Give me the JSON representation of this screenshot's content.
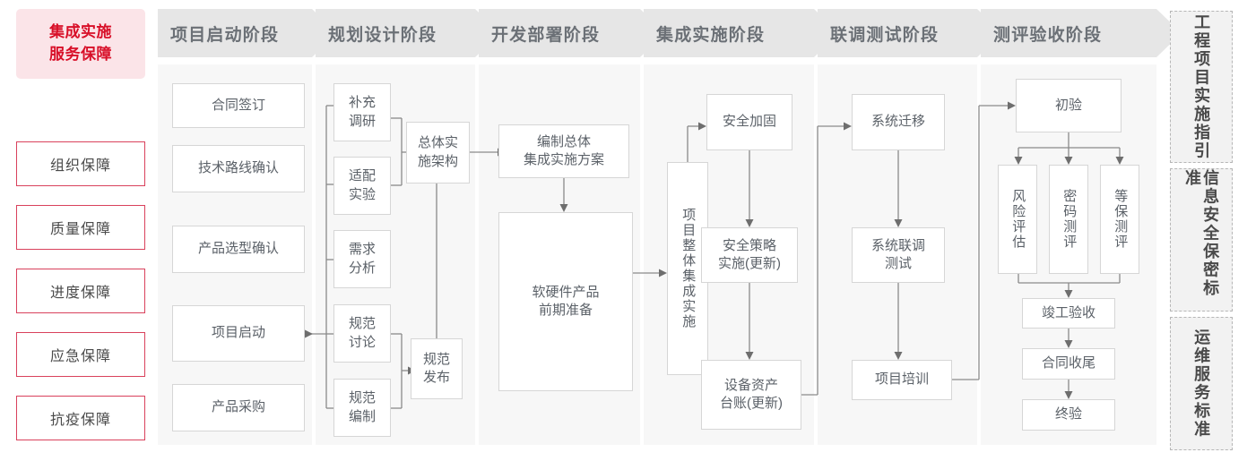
{
  "title": {
    "line1": "集成实施",
    "line2": "服务保障"
  },
  "guarantees": [
    {
      "label": "组织保障"
    },
    {
      "label": "质量保障"
    },
    {
      "label": "进度保障"
    },
    {
      "label": "应急保障"
    },
    {
      "label": "抗疫保障"
    }
  ],
  "phases": [
    {
      "id": "p1",
      "header": "项目启动阶段"
    },
    {
      "id": "p2",
      "header": "规划设计阶段"
    },
    {
      "id": "p3",
      "header": "开发部署阶段"
    },
    {
      "id": "p4",
      "header": "集成实施阶段"
    },
    {
      "id": "p5",
      "header": "联调测试阶段"
    },
    {
      "id": "p6",
      "header": "测评验收阶段"
    }
  ],
  "nodes": {
    "n_contract": "合同签订",
    "n_techroute": "技术路线确认",
    "n_product_sel": "产品选型确认",
    "n_kickoff": "项目启动",
    "n_procurement": "产品采购",
    "n_supp_survey": "补充\n调研",
    "n_adapt_test": "适配\n实验",
    "n_req_analysis": "需求\n分析",
    "n_spec_discuss": "规范\n讨论",
    "n_spec_draft": "规范\n编制",
    "n_overall_arch": "总体实\n施架构",
    "n_spec_publish": "规范\n发布",
    "n_compile_plan": "编制总体\n集成实施方案",
    "n_hw_sw_prep": "软硬件产品\n前期准备",
    "n_whole_integration": "项目整体集成实施",
    "n_sec_harden": "安全加固",
    "n_sec_policy": "安全策略\n实施(更新)",
    "n_asset_ledger": "设备资产\n台账(更新)",
    "n_sys_migrate": "系统迁移",
    "n_sys_joint_test": "系统联调\n测试",
    "n_training": "项目培训",
    "n_prelim_accept": "初验",
    "n_risk_assess": "风险评估",
    "n_crypto_eval": "密码测评",
    "n_grade_eval": "等保测评",
    "n_completion": "竣工验收",
    "n_contract_close": "合同收尾",
    "n_final_accept": "终验"
  },
  "standards": [
    {
      "id": "s1",
      "label": "工程项目实施指引"
    },
    {
      "id": "s2",
      "label": "信息安全保密标准"
    },
    {
      "id": "s3",
      "label": "运维服务标准"
    }
  ],
  "colors": {
    "accent_red": "#d80f28",
    "accent_red_border": "#d9415c",
    "accent_red_fill": "#fbe4e8",
    "panel_bg": "#f7f7f7",
    "header_bg": "#e6e6e6",
    "header_text": "#6b7076",
    "node_border": "#d6d6d6",
    "node_text": "#5b6168",
    "wire": "#8a8a8a",
    "std_bg": "#f2f2f2",
    "std_border": "#b6b6b6"
  }
}
